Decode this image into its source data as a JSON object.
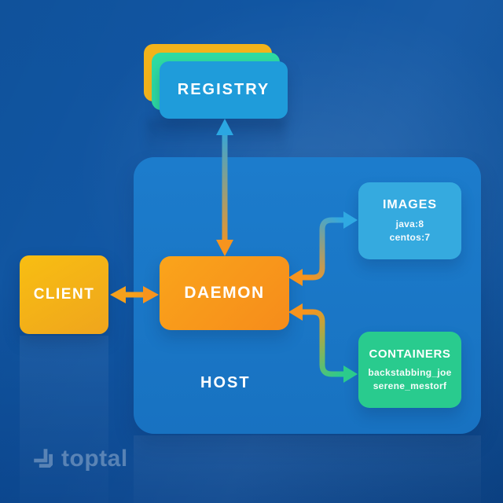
{
  "nodes": {
    "registry": {
      "label": "REGISTRY"
    },
    "client": {
      "label": "CLIENT"
    },
    "daemon": {
      "label": "DAEMON"
    },
    "host": {
      "label": "HOST"
    },
    "images": {
      "title": "IMAGES",
      "items": [
        "java:8",
        "centos:7"
      ]
    },
    "containers": {
      "title": "CONTAINERS",
      "items": [
        "backstabbing_joe",
        "serene_mestorf"
      ]
    }
  },
  "edges": [
    {
      "from": "client",
      "to": "daemon",
      "style": "double-arrow",
      "colors": [
        "#F5A01C",
        "#F7941E"
      ]
    },
    {
      "from": "daemon",
      "to": "registry",
      "style": "double-arrow",
      "colors": [
        "#F7941E",
        "#2BA7E2"
      ]
    },
    {
      "from": "daemon",
      "to": "images",
      "style": "double-arrow",
      "colors": [
        "#F7941E",
        "#2FA9E2"
      ]
    },
    {
      "from": "daemon",
      "to": "containers",
      "style": "double-arrow",
      "colors": [
        "#F7941E",
        "#2BCB8C"
      ]
    }
  ],
  "colors": {
    "background": "#1157A4",
    "host_panel": "#1B77C7",
    "registry_front": "#1F9CDA",
    "registry_mid": "#2EDBA3",
    "registry_back": "#F2B31B",
    "client": "#F5B417",
    "daemon": "#F8971D",
    "images": "#35AADF",
    "containers": "#29CB8E",
    "arrow_orange": "#F7941E",
    "arrow_blue": "#2BA7E2",
    "arrow_green": "#2BCB8C"
  },
  "branding": {
    "logo_text": "toptal"
  }
}
